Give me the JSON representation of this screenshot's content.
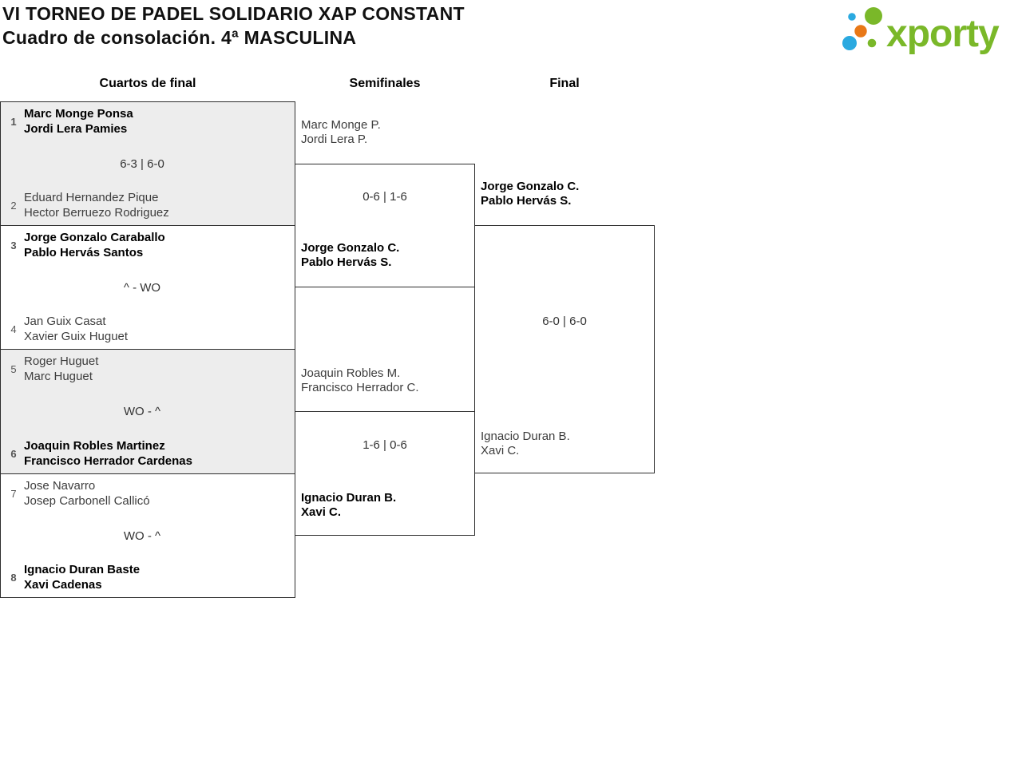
{
  "header": {
    "title_line1": "VI TORNEO DE PADEL SOLIDARIO XAP CONSTANT",
    "title_line2": "Cuadro de consolación. 4ª MASCULINA"
  },
  "logo": {
    "text": "xporty",
    "green": "#7ab829",
    "blue": "#2aa9e0",
    "orange": "#e87817"
  },
  "rounds": {
    "r1": "Cuartos de final",
    "r2": "Semifinales",
    "r3": "Final"
  },
  "quarterfinals": [
    {
      "seed_top": "1",
      "top_line1": "Marc Monge Ponsa",
      "top_line2": "Jordi Lera Pamies",
      "top_winner": true,
      "score": "6-3 | 6-0",
      "seed_bottom": "2",
      "bottom_line1": "Eduard Hernandez Pique",
      "bottom_line2": "Hector Berruezo Rodriguez",
      "bottom_winner": false
    },
    {
      "seed_top": "3",
      "top_line1": "Jorge Gonzalo Caraballo",
      "top_line2": "Pablo Hervás Santos",
      "top_winner": true,
      "score": "^ - WO",
      "seed_bottom": "4",
      "bottom_line1": "Jan Guix Casat",
      "bottom_line2": "Xavier Guix Huguet",
      "bottom_winner": false
    },
    {
      "seed_top": "5",
      "top_line1": "Roger Huguet",
      "top_line2": "Marc Huguet",
      "top_winner": false,
      "score": "WO - ^",
      "seed_bottom": "6",
      "bottom_line1": "Joaquin Robles Martinez",
      "bottom_line2": "Francisco Herrador Cardenas",
      "bottom_winner": true
    },
    {
      "seed_top": "7",
      "top_line1": "Jose Navarro",
      "top_line2": "Josep Carbonell Callicó",
      "top_winner": false,
      "score": "WO - ^",
      "seed_bottom": "8",
      "bottom_line1": "Ignacio Duran Baste",
      "bottom_line2": "Xavi Cadenas",
      "bottom_winner": true
    }
  ],
  "semifinals": [
    {
      "top_line1": "Marc Monge P.",
      "top_line2": "Jordi Lera P.",
      "top_winner": false,
      "score": "0-6 | 1-6",
      "bottom_line1": "Jorge Gonzalo C.",
      "bottom_line2": "Pablo Hervás S.",
      "bottom_winner": true
    },
    {
      "top_line1": "Joaquin Robles M.",
      "top_line2": "Francisco Herrador C.",
      "top_winner": false,
      "score": "1-6 | 0-6",
      "bottom_line1": "Ignacio Duran B.",
      "bottom_line2": "Xavi C.",
      "bottom_winner": true
    }
  ],
  "final": {
    "top_line1": "Jorge Gonzalo C.",
    "top_line2": "Pablo Hervás S.",
    "top_winner": true,
    "score": "6-0 | 6-0",
    "bottom_line1": "Ignacio Duran B.",
    "bottom_line2": "Xavi C.",
    "bottom_winner": false
  }
}
